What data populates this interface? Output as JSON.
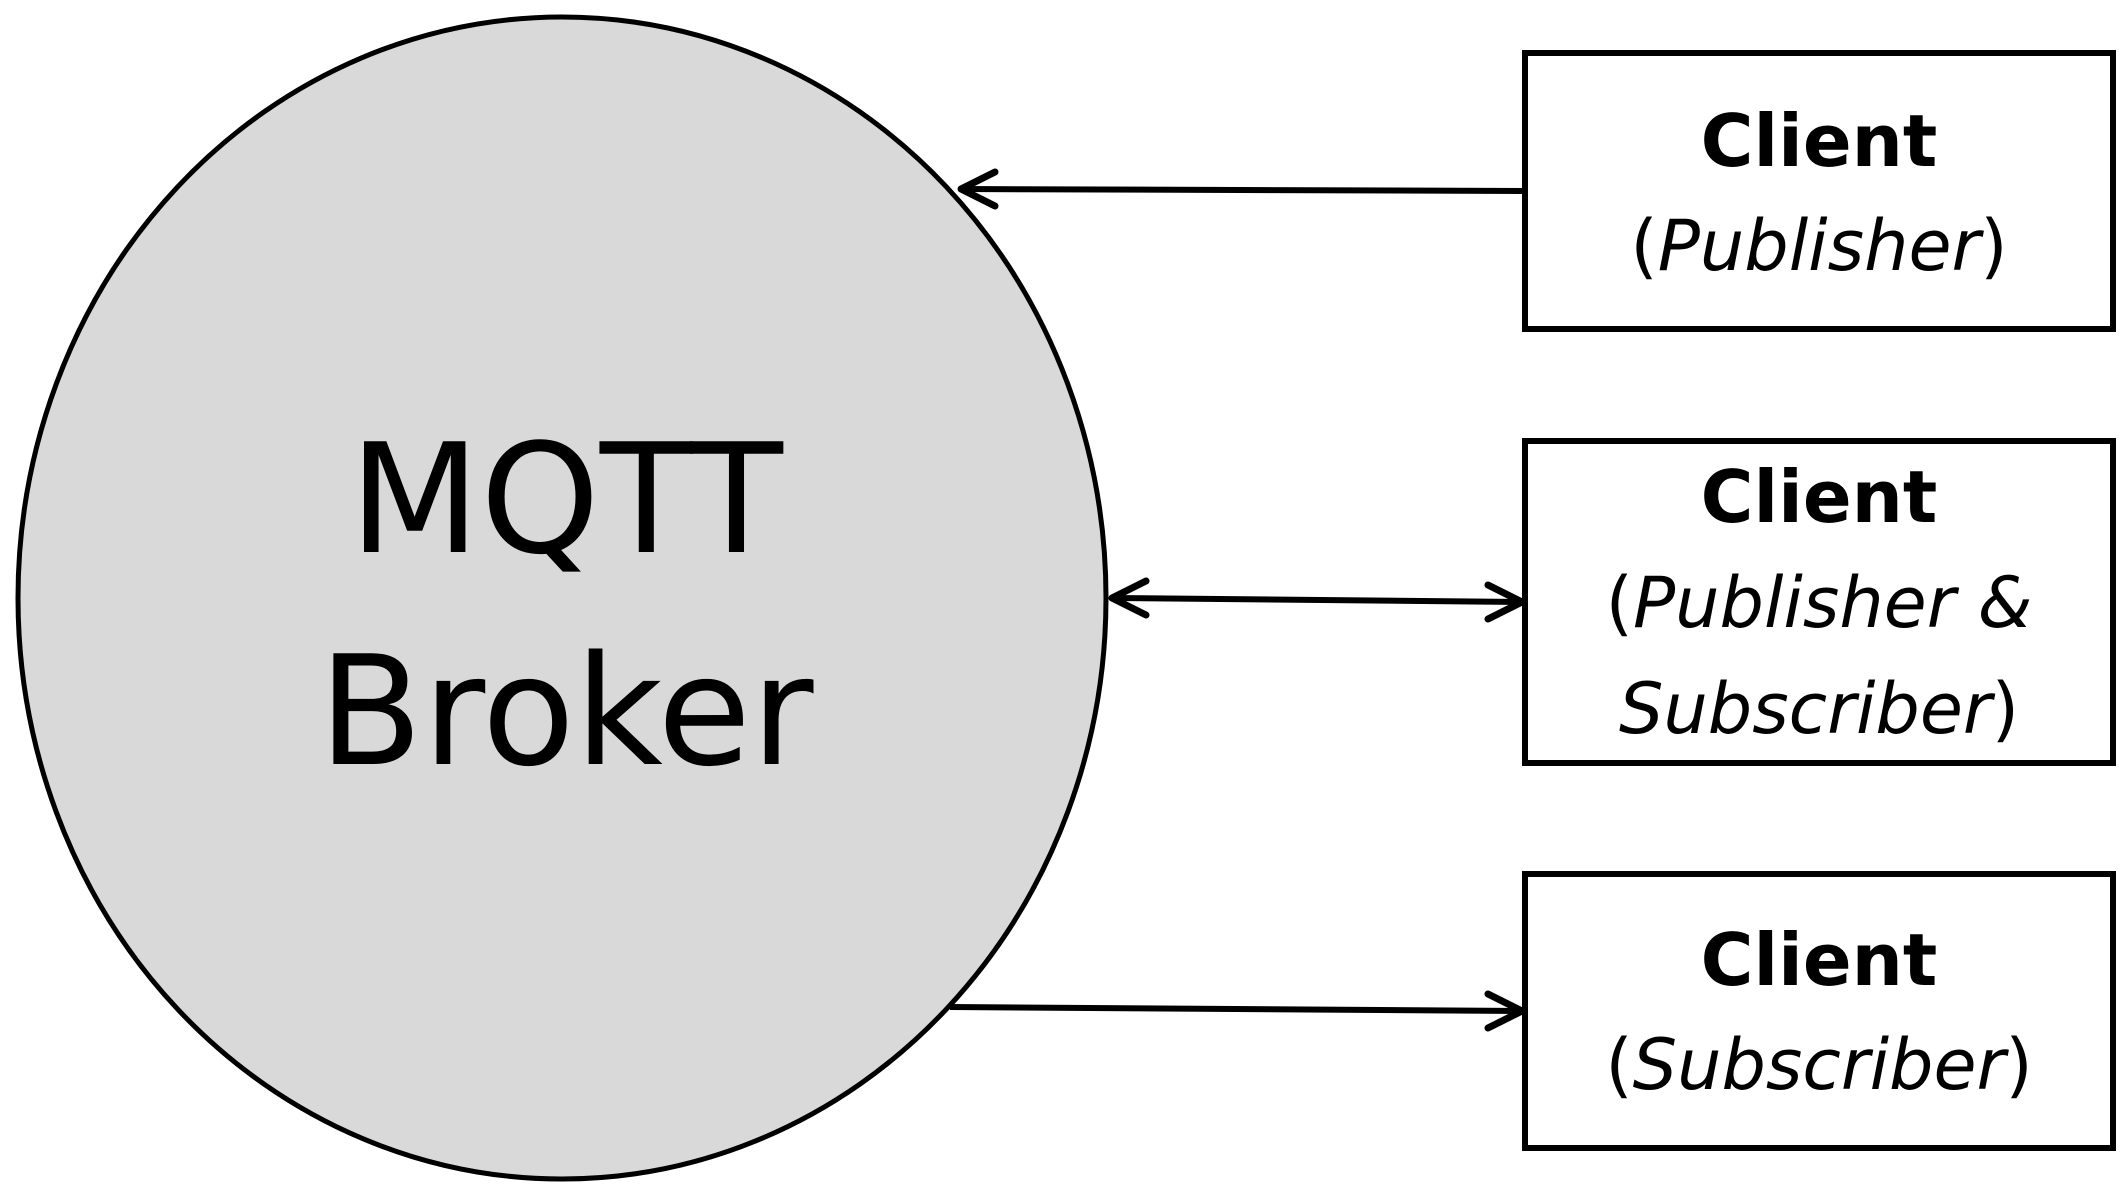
{
  "broker": {
    "line1": "MQTT",
    "line2": "Broker",
    "fill": "#d9d9d9"
  },
  "clients": [
    {
      "title": "Client",
      "role_line1": "Publisher",
      "role_line2": ""
    },
    {
      "title": "Client",
      "role_line1": "Publisher &",
      "role_line2": "Subscriber"
    },
    {
      "title": "Client",
      "role_line1": "Subscriber",
      "role_line2": ""
    }
  ],
  "connections": [
    {
      "from": "client-publisher",
      "to": "broker",
      "direction": "to-broker"
    },
    {
      "from": "broker",
      "to": "client-publisher-subscriber",
      "direction": "bidirectional"
    },
    {
      "from": "broker",
      "to": "client-subscriber",
      "direction": "to-client"
    }
  ]
}
